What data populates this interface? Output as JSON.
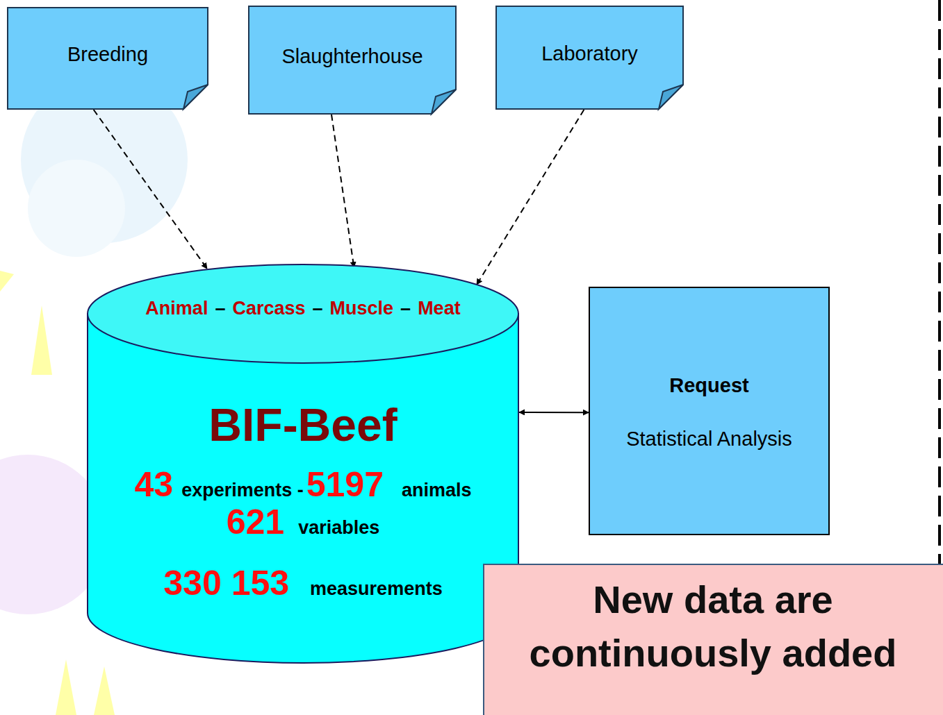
{
  "diagram": {
    "nodes": [
      {
        "text": [
          "Breeding"
        ]
      },
      {
        "text": [
          "Slaughterhouse"
        ]
      },
      {
        "text": [
          "Laboratory"
        ]
      },
      {
        "text": [
          "Animal",
          "–",
          "Carcass",
          "–",
          "Muscle",
          "–",
          "Meat",
          "BIF-Beef",
          "43",
          "experiments -",
          "5197",
          "animals",
          "621",
          "variables",
          "330 153",
          "measurements"
        ]
      },
      {
        "text": [
          "Request",
          "Statistical Analysis"
        ]
      },
      {
        "text": [
          "New data are continuously added"
        ]
      }
    ],
    "edges": [
      {
        "from": 0,
        "to": 3,
        "arrow": "to"
      },
      {
        "from": 1,
        "to": 3,
        "arrow": "to"
      },
      {
        "from": 2,
        "to": 3,
        "arrow": "to"
      },
      {
        "from": 3,
        "to": 4,
        "arrow": "both"
      }
    ]
  }
}
